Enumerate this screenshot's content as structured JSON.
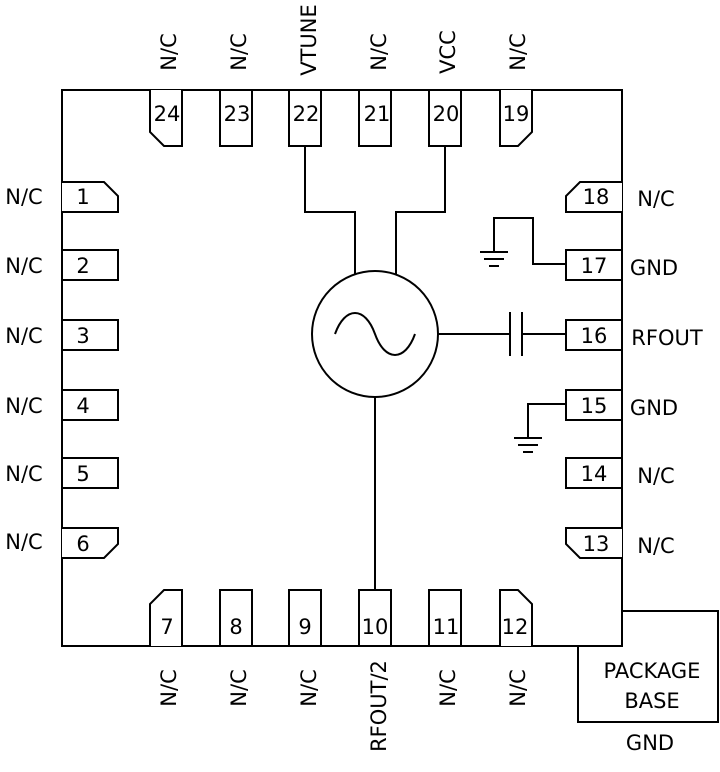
{
  "pins": {
    "p1": "1",
    "p2": "2",
    "p3": "3",
    "p4": "4",
    "p5": "5",
    "p6": "6",
    "p7": "7",
    "p8": "8",
    "p9": "9",
    "p10": "10",
    "p11": "11",
    "p12": "12",
    "p13": "13",
    "p14": "14",
    "p15": "15",
    "p16": "16",
    "p17": "17",
    "p18": "18",
    "p19": "19",
    "p20": "20",
    "p21": "21",
    "p22": "22",
    "p23": "23",
    "p24": "24"
  },
  "labels": {
    "l1": "N/C",
    "l2": "N/C",
    "l3": "N/C",
    "l4": "N/C",
    "l5": "N/C",
    "l6": "N/C",
    "l7": "N/C",
    "l8": "N/C",
    "l9": "N/C",
    "l10": "RFOUT/2",
    "l11": "N/C",
    "l12": "N/C",
    "l13": "N/C",
    "l14": "N/C",
    "l15": "GND",
    "l16": "RFOUT",
    "l17": "GND",
    "l18": "N/C",
    "l19": "N/C",
    "l20": "VCC",
    "l21": "N/C",
    "l22": "VTUNE",
    "l23": "N/C",
    "l24": "N/C"
  },
  "package": {
    "line1": "PACKAGE",
    "line2": "BASE",
    "gnd": "GND"
  }
}
